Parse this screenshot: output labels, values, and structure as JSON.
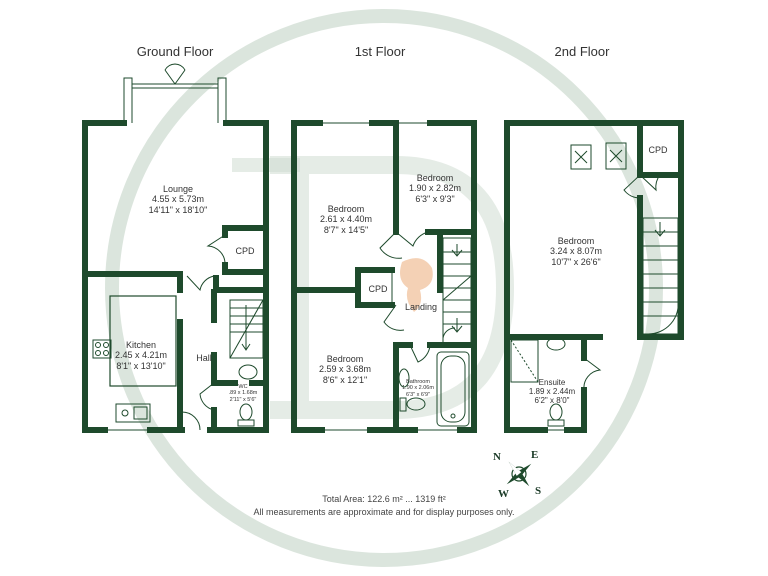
{
  "colors": {
    "wall": "#1e4a2c",
    "watermark": "#cfdcd2",
    "text": "#333333"
  },
  "floors": [
    {
      "title": "Ground Floor",
      "rooms": [
        {
          "name": "Lounge",
          "metric": "4.55 x 5.73m",
          "imperial": "14'11\" x 18'10\""
        },
        {
          "name": "CPD"
        },
        {
          "name": "Kitchen",
          "metric": "2.45 x 4.21m",
          "imperial": "8'1\" x 13'10\""
        },
        {
          "name": "Hall"
        },
        {
          "name": "WC",
          "metric": ".89 x 1.68m",
          "imperial": "2'11\" x 5'6\""
        }
      ]
    },
    {
      "title": "1st Floor",
      "rooms": [
        {
          "name": "Bedroom",
          "metric": "2.61 x 4.40m",
          "imperial": "8'7\" x 14'5\""
        },
        {
          "name": "Bedroom",
          "metric": "1.90 x 2.82m",
          "imperial": "6'3\" x 9'3\""
        },
        {
          "name": "CPD"
        },
        {
          "name": "Landing"
        },
        {
          "name": "Bedroom",
          "metric": "2.59 x 3.68m",
          "imperial": "8'6\" x 12'1\""
        },
        {
          "name": "Bathroom",
          "metric": "1.90 x 2.06m",
          "imperial": "6'3\" x 6'9\""
        }
      ]
    },
    {
      "title": "2nd Floor",
      "rooms": [
        {
          "name": "CPD"
        },
        {
          "name": "Bedroom",
          "metric": "3.24 x 8.07m",
          "imperial": "10'7\" x 26'6\""
        },
        {
          "name": "Ensuite",
          "metric": "1.89 x 2.44m",
          "imperial": "6'2\" x 8'0\""
        }
      ]
    }
  ],
  "compass": {
    "n": "N",
    "e": "E",
    "s": "S",
    "w": "W"
  },
  "footer": {
    "total_area": "Total Area: 122.6 m² ... 1319 ft²",
    "disclaimer": "All measurements are approximate and for display purposes only."
  }
}
